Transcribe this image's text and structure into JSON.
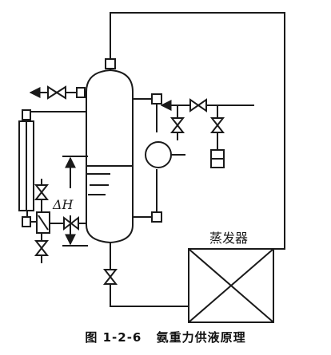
{
  "labels": {
    "evaporator": "蒸发器",
    "level_difference": "ΔH"
  },
  "caption": {
    "figure_number": "图 1-2-6",
    "title": "氨重力供液原理"
  },
  "colors": {
    "line": "#1a1a1a",
    "background": "#ffffff"
  }
}
